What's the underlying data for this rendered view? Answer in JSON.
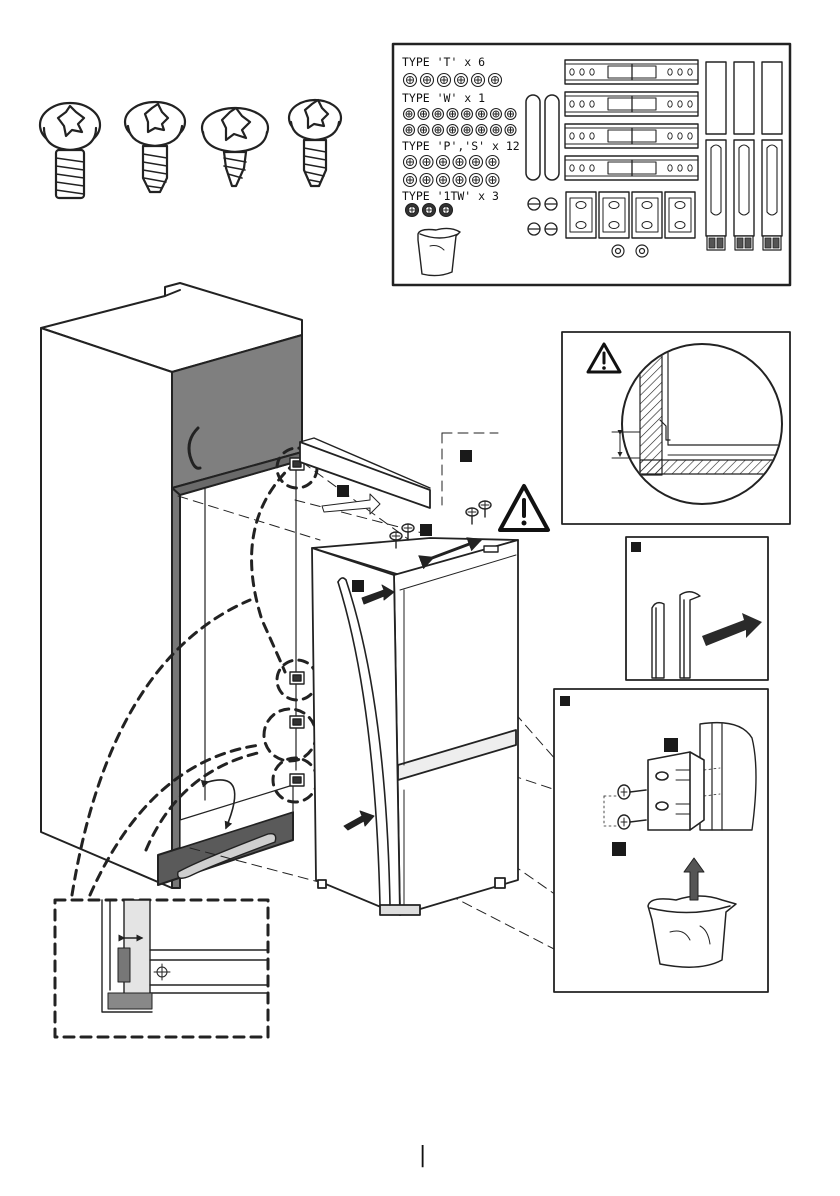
{
  "kit": {
    "types": [
      {
        "label": "TYPE 'T' x 6",
        "count": 6,
        "style": "gear"
      },
      {
        "label": "TYPE 'W' x 1",
        "count": 16,
        "style": "cross"
      },
      {
        "label": "TYPE 'P','S' x 12",
        "count": 12,
        "style": "gear"
      },
      {
        "label": "TYPE '1TW' x 3",
        "count": 3,
        "style": "dark"
      }
    ]
  },
  "page": {
    "marker": "|"
  },
  "colors": {
    "line": "#1a1a1a",
    "cabinet_door": "#7f7f7f",
    "cabinet_shadow": "#666666",
    "plinth": "#555555",
    "panel_fill": "#f2f2f2",
    "arrow": "#2a2a2a"
  }
}
